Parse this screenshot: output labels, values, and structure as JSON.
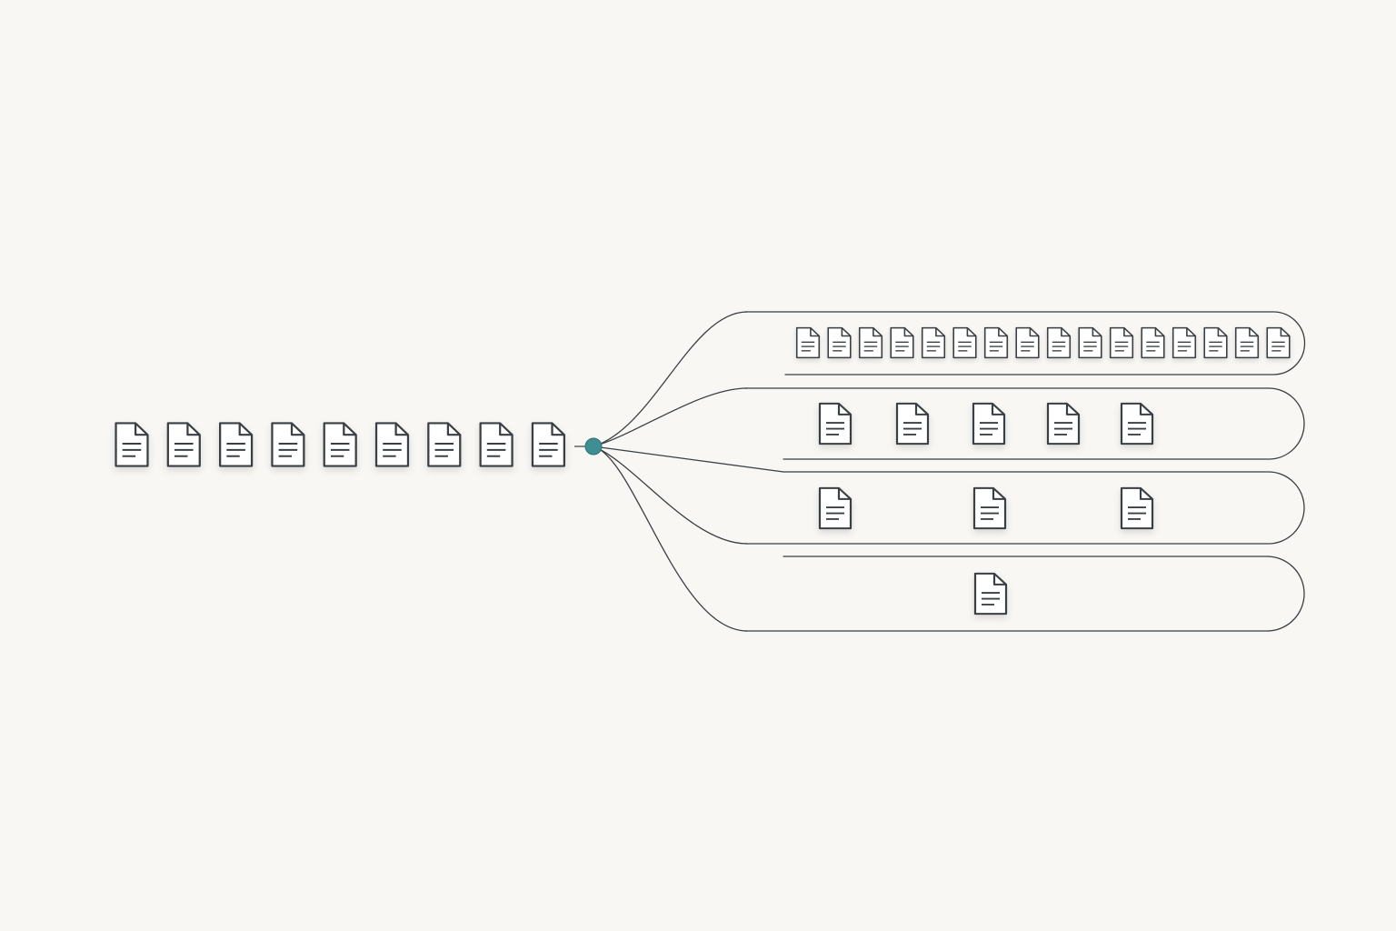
{
  "colors": {
    "background": "#f8f7f4",
    "stroke": "#3a3f44",
    "node_fill": "#3f8e93",
    "doc_fill": "#ffffff"
  },
  "icons": {
    "document": "document-icon",
    "junction": "junction-node"
  },
  "diagram": {
    "input_queue": {
      "document_count": 9
    },
    "split_node": {
      "outgoing_branches": 4
    },
    "lanes": [
      {
        "id": "lane-1",
        "document_count": 16
      },
      {
        "id": "lane-2",
        "document_count": 5
      },
      {
        "id": "lane-3",
        "document_count": 3
      },
      {
        "id": "lane-4",
        "document_count": 1
      }
    ]
  }
}
